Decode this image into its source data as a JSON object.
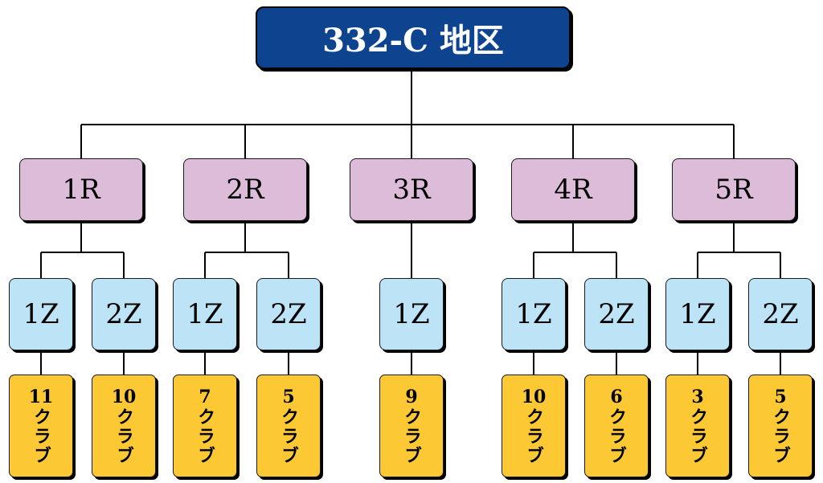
{
  "root": {
    "label": "332-C 地区"
  },
  "regions": [
    {
      "label": "1R"
    },
    {
      "label": "2R"
    },
    {
      "label": "3R"
    },
    {
      "label": "4R"
    },
    {
      "label": "5R"
    }
  ],
  "zones": [
    {
      "label": "1Z",
      "region": 0
    },
    {
      "label": "2Z",
      "region": 0
    },
    {
      "label": "1Z",
      "region": 1
    },
    {
      "label": "2Z",
      "region": 1
    },
    {
      "label": "1Z",
      "region": 2
    },
    {
      "label": "1Z",
      "region": 3
    },
    {
      "label": "2Z",
      "region": 3
    },
    {
      "label": "1Z",
      "region": 4
    },
    {
      "label": "2Z",
      "region": 4
    }
  ],
  "clubs": [
    {
      "count": "11",
      "unit": "クラブ"
    },
    {
      "count": "10",
      "unit": "クラブ"
    },
    {
      "count": "7",
      "unit": "クラブ"
    },
    {
      "count": "5",
      "unit": "クラブ"
    },
    {
      "count": "9",
      "unit": "クラブ"
    },
    {
      "count": "10",
      "unit": "クラブ"
    },
    {
      "count": "6",
      "unit": "クラブ"
    },
    {
      "count": "3",
      "unit": "クラブ"
    },
    {
      "count": "5",
      "unit": "クラブ"
    }
  ],
  "colors": {
    "root": "#0e4390",
    "region": "#dcbcd9",
    "zone": "#bde3f6",
    "club": "#fcc935",
    "line": "#000000"
  }
}
